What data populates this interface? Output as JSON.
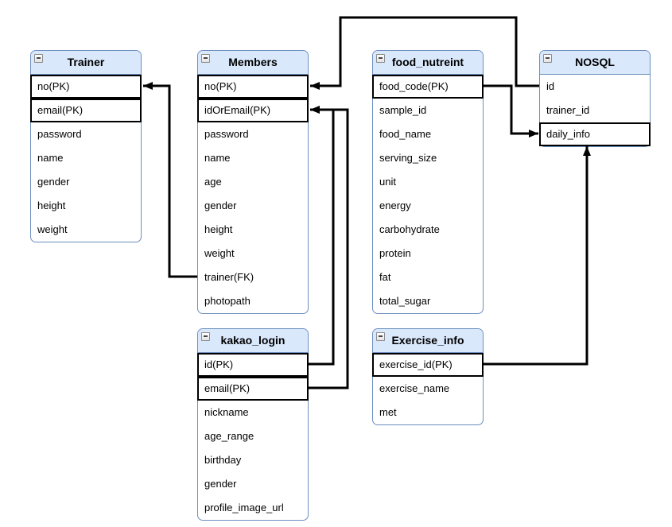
{
  "diagram": {
    "type": "entity-relationship",
    "background": "#ffffff",
    "header_fill": "#dae8fc",
    "border_color": "#6c8ebf",
    "connector_color": "#000000",
    "pk_highlight_border": "#000000",
    "collapse_icon": "minus-in-square"
  },
  "tables": [
    {
      "title": "Trainer",
      "rows": [
        {
          "label": "no(PK)",
          "pk": true
        },
        {
          "label": "email(PK)",
          "pk": true
        },
        {
          "label": "password",
          "pk": false
        },
        {
          "label": "name",
          "pk": false
        },
        {
          "label": "gender",
          "pk": false
        },
        {
          "label": "height",
          "pk": false
        },
        {
          "label": "weight",
          "pk": false
        }
      ]
    },
    {
      "title": "Members",
      "rows": [
        {
          "label": "no(PK)",
          "pk": true
        },
        {
          "label": "idOrEmail(PK)",
          "pk": true
        },
        {
          "label": "password",
          "pk": false
        },
        {
          "label": "name",
          "pk": false
        },
        {
          "label": "age",
          "pk": false
        },
        {
          "label": "gender",
          "pk": false
        },
        {
          "label": "height",
          "pk": false
        },
        {
          "label": "weight",
          "pk": false
        },
        {
          "label": "trainer(FK)",
          "pk": false
        },
        {
          "label": "photopath",
          "pk": false
        }
      ]
    },
    {
      "title": "food_nutreint",
      "rows": [
        {
          "label": "food_code(PK)",
          "pk": true
        },
        {
          "label": "sample_id",
          "pk": false
        },
        {
          "label": "food_name",
          "pk": false
        },
        {
          "label": "serving_size",
          "pk": false
        },
        {
          "label": "unit",
          "pk": false
        },
        {
          "label": "energy",
          "pk": false
        },
        {
          "label": "carbohydrate",
          "pk": false
        },
        {
          "label": "protein",
          "pk": false
        },
        {
          "label": "fat",
          "pk": false
        },
        {
          "label": "total_sugar",
          "pk": false
        }
      ]
    },
    {
      "title": "NOSQL",
      "rows": [
        {
          "label": "id",
          "pk": false
        },
        {
          "label": "trainer_id",
          "pk": false
        },
        {
          "label": "daily_info",
          "pk": true
        }
      ]
    },
    {
      "title": "kakao_login",
      "rows": [
        {
          "label": "id(PK)",
          "pk": true
        },
        {
          "label": "email(PK)",
          "pk": true
        },
        {
          "label": "nickname",
          "pk": false
        },
        {
          "label": "age_range",
          "pk": false
        },
        {
          "label": "birthday",
          "pk": false
        },
        {
          "label": "gender",
          "pk": false
        },
        {
          "label": "profile_image_url",
          "pk": false
        }
      ]
    },
    {
      "title": "Exercise_info",
      "rows": [
        {
          "label": "exercise_id(PK)",
          "pk": true
        },
        {
          "label": "exercise_name",
          "pk": false
        },
        {
          "label": "met",
          "pk": false
        }
      ]
    }
  ],
  "connections": [
    {
      "from": "NOSQL.id",
      "to": "Members.no(PK)",
      "arrow": "into Members"
    },
    {
      "from": "kakao_login.id(PK)",
      "to": "Members.idOrEmail(PK)",
      "arrow": "into Members"
    },
    {
      "from": "kakao_login.email(PK)",
      "to": "Members.idOrEmail(PK)",
      "arrow": "into Members"
    },
    {
      "from": "Members.trainer(FK)",
      "to": "Trainer.no(PK)",
      "arrow": "into Trainer"
    },
    {
      "from": "food_nutreint.food_code(PK)",
      "to": "NOSQL.daily_info",
      "arrow": "into NOSQL side"
    },
    {
      "from": "Exercise_info.exercise_id(PK)",
      "to": "NOSQL.daily_info",
      "arrow": "into NOSQL bottom"
    }
  ]
}
